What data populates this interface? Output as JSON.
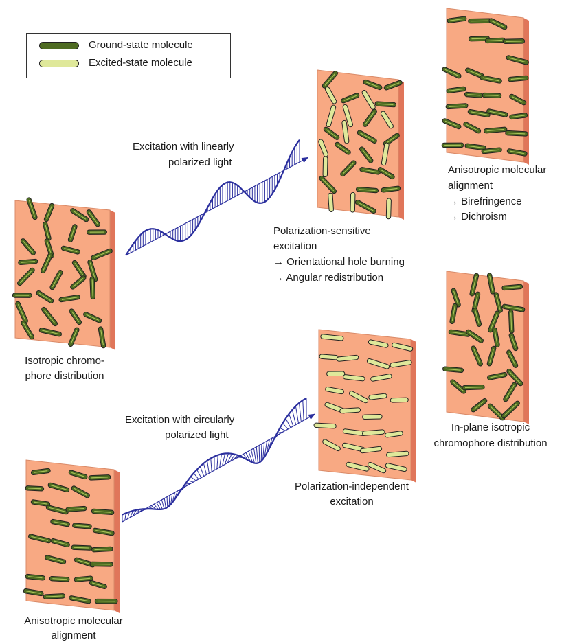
{
  "legend": {
    "ground_label": "Ground-state molecule",
    "excited_label": "Excited-state molecule"
  },
  "labels": {
    "isotropic_line1": "Isotropic chromo-",
    "isotropic_line2": "phore distribution",
    "aniso_bottom_line1": "Anisotropic molecular",
    "aniso_bottom_line2": "alignment",
    "linear_line1": "Excitation with linearly",
    "linear_line2": "polarized light",
    "circular_line1": "Excitation with circularly",
    "circular_line2": "polarized light",
    "pol_sensitive_line1": "Polarization-sensitive",
    "pol_sensitive_line2": "excitation",
    "pol_sensitive_line3": "→ Orientational hole burning",
    "pol_sensitive_line4": "→ Angular redistribution",
    "pol_indep_line1": "Polarization-independent",
    "pol_indep_line2": "excitation",
    "aniso_top_line1": "Anisotropic molecular",
    "aniso_top_line2": "alignment",
    "aniso_top_line3": "→ Birefringence",
    "aniso_top_line4": "→ Dichroism",
    "inplane_line1": "In-plane isotropic",
    "inplane_line2": "chromophore distribution"
  },
  "colors": {
    "plate_face": "#f8a983",
    "plate_edge": "#e0765a",
    "ground_molecule": "#4e6b22",
    "excited_molecule": "#dfe89a",
    "molecule_outline": "#222222",
    "wave": "#2b2f9e"
  },
  "panels": [
    {
      "name": "isotropic-plate",
      "pattern": "random",
      "excited": "none"
    },
    {
      "name": "anisotropic-bottom-plate",
      "pattern": "horizontal",
      "excited": "none"
    },
    {
      "name": "polarization-sensitive-plate",
      "pattern": "random",
      "excited": "vertical"
    },
    {
      "name": "polarization-independent-plate",
      "pattern": "horizontal",
      "excited": "all"
    },
    {
      "name": "anisotropic-top-plate",
      "pattern": "horizontal",
      "excited": "none"
    },
    {
      "name": "in-plane-isotropic-plate",
      "pattern": "random",
      "excited": "none"
    }
  ]
}
